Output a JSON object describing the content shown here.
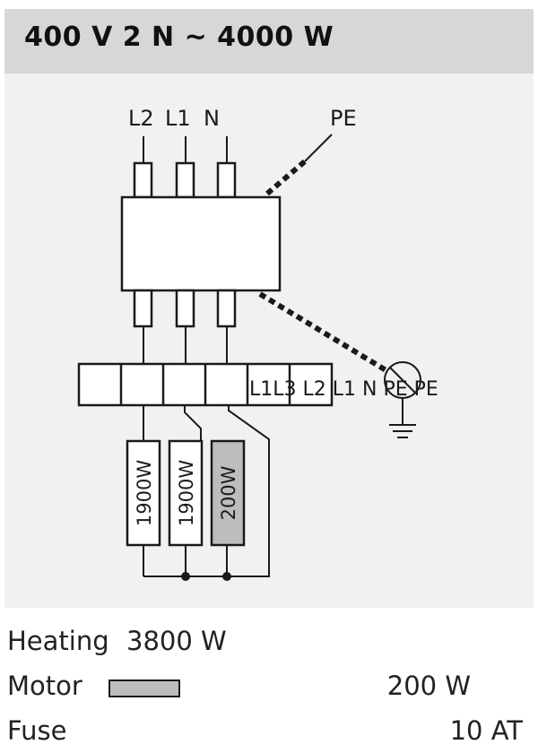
{
  "header": {
    "title": "400 V 2 N ~  4000 W"
  },
  "diagram": {
    "supply_labels": [
      "L2",
      "L1",
      "N"
    ],
    "pe_label": "PE",
    "terminal_labels": "L1L3 L2 L1 N PE PE",
    "resistor_labels": [
      "1900W",
      "1900W",
      "200W"
    ]
  },
  "specs": {
    "heating": {
      "label": "Heating",
      "value": "3800 W"
    },
    "motor": {
      "label": "Motor",
      "value": "200 W"
    },
    "fuse": {
      "label": "Fuse",
      "value": "10 AT"
    }
  },
  "colors": {
    "header_bg": "#d7d7d7",
    "panel_bg": "#f1f1f1",
    "motor_fill": "#bdbdbd"
  }
}
